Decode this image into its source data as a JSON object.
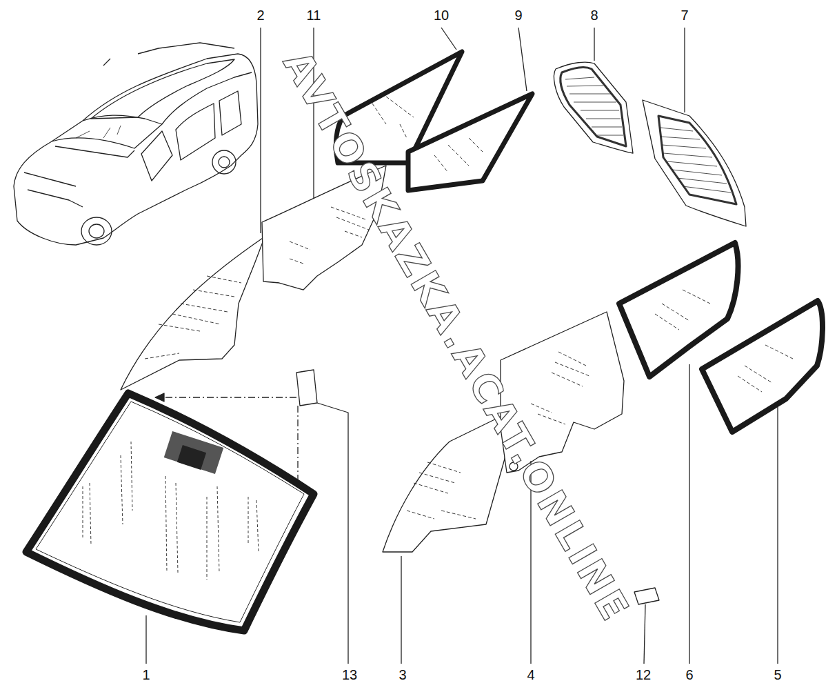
{
  "diagram": {
    "labels": [
      "2",
      "11",
      "10",
      "9",
      "8",
      "7",
      "1",
      "13",
      "3",
      "4",
      "12",
      "6",
      "5",
      "AVTOSKAZKA.ACAT.ONLINE"
    ]
  }
}
